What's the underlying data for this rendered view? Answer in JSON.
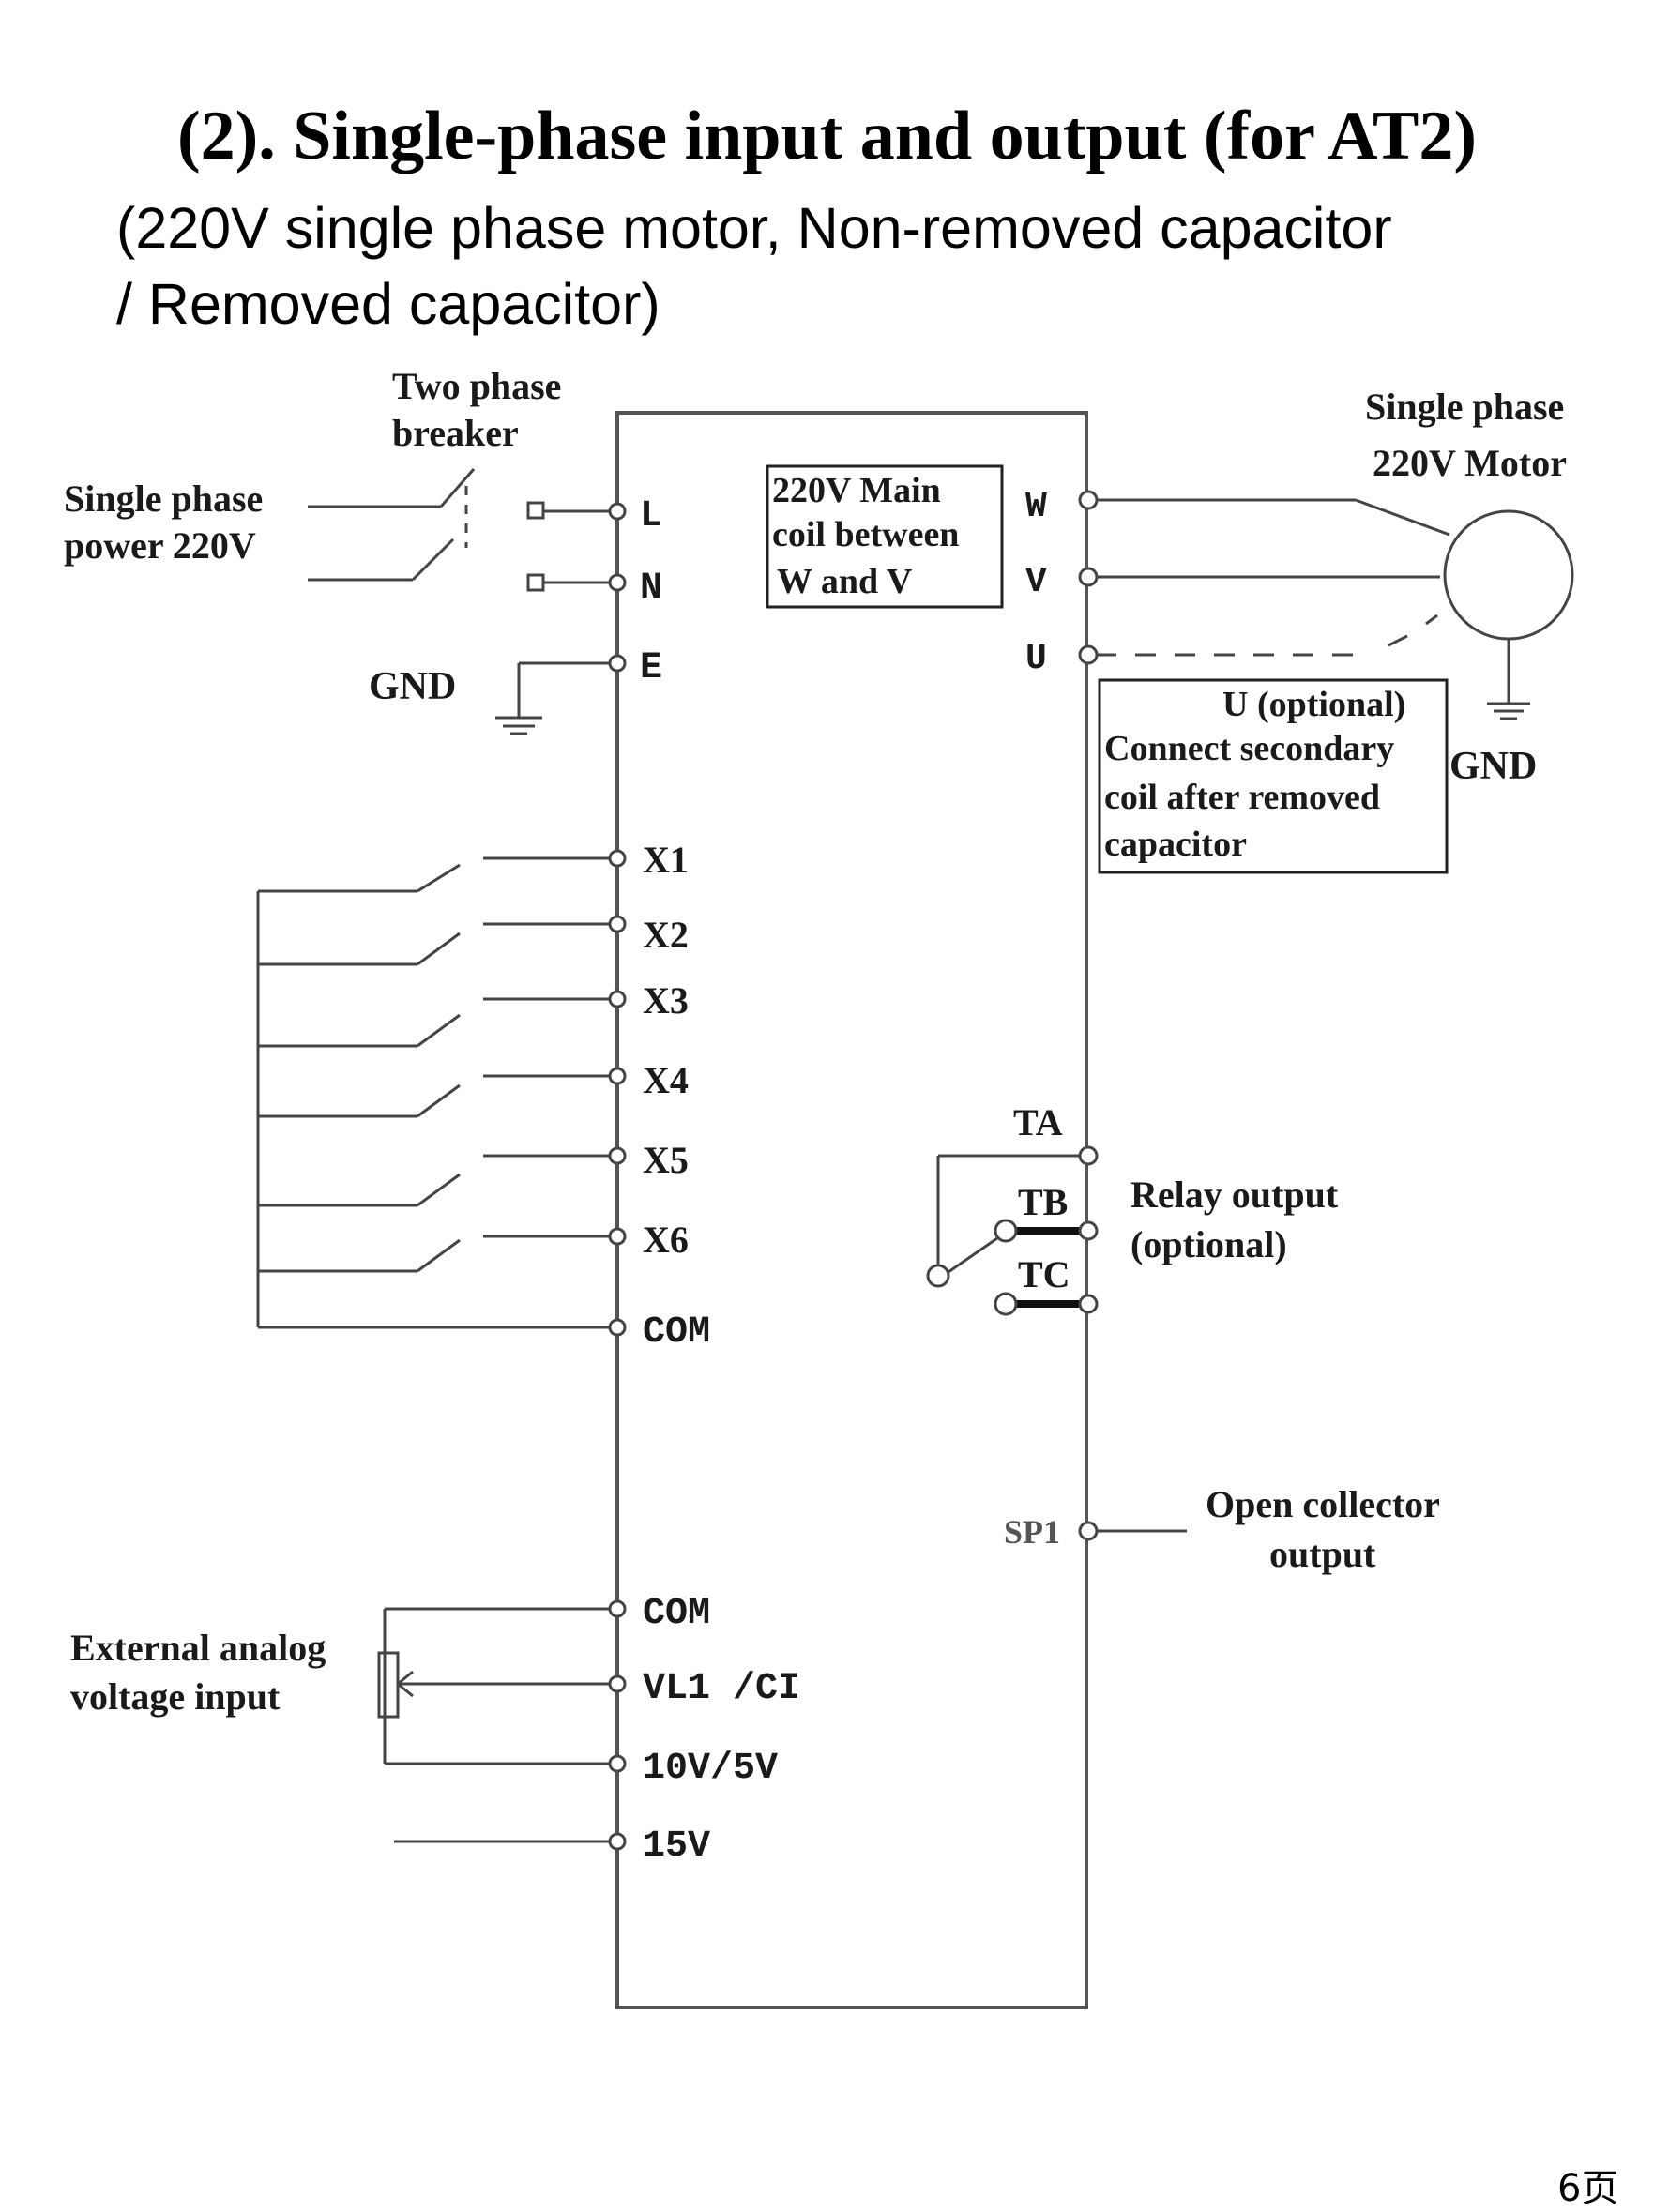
{
  "title": "(2). Single-phase input and output (for AT2)",
  "subtitle_line1": "(220V single phase motor, Non-removed capacitor",
  "subtitle_line2": "/ Removed capacitor)",
  "breaker_label": [
    "Two phase",
    "breaker"
  ],
  "power_label": [
    "Single phase",
    "power 220V"
  ],
  "gnd_left": "GND",
  "terminals_left": {
    "L": "L",
    "N": "N",
    "E": "E",
    "x1": "X1",
    "x2": "X2",
    "x3": "X3",
    "x4": "X4",
    "x5": "X5",
    "x6": "X6",
    "com1": "COM",
    "com2": "COM",
    "vl1": "VL1 /CI",
    "v10": "10V/5V",
    "v15": "15V"
  },
  "main_coil_note": [
    "220V Main",
    "coil between",
    "W and V"
  ],
  "terminals_right": {
    "W": "W",
    "V": "V",
    "U": "U",
    "TA": "TA",
    "TB": "TB",
    "TC": "TC",
    "SP1": "SP1"
  },
  "motor_label": [
    "Single phase",
    "220V Motor"
  ],
  "gnd_right": "GND",
  "u_note": [
    "U (optional)",
    "Connect secondary",
    "coil after removed",
    "capacitor"
  ],
  "relay_label": [
    "Relay output",
    "(optional)"
  ],
  "open_collector_label": [
    "Open collector",
    "output"
  ],
  "analog_label": [
    "External analog",
    "voltage input"
  ],
  "page_number": "6页"
}
